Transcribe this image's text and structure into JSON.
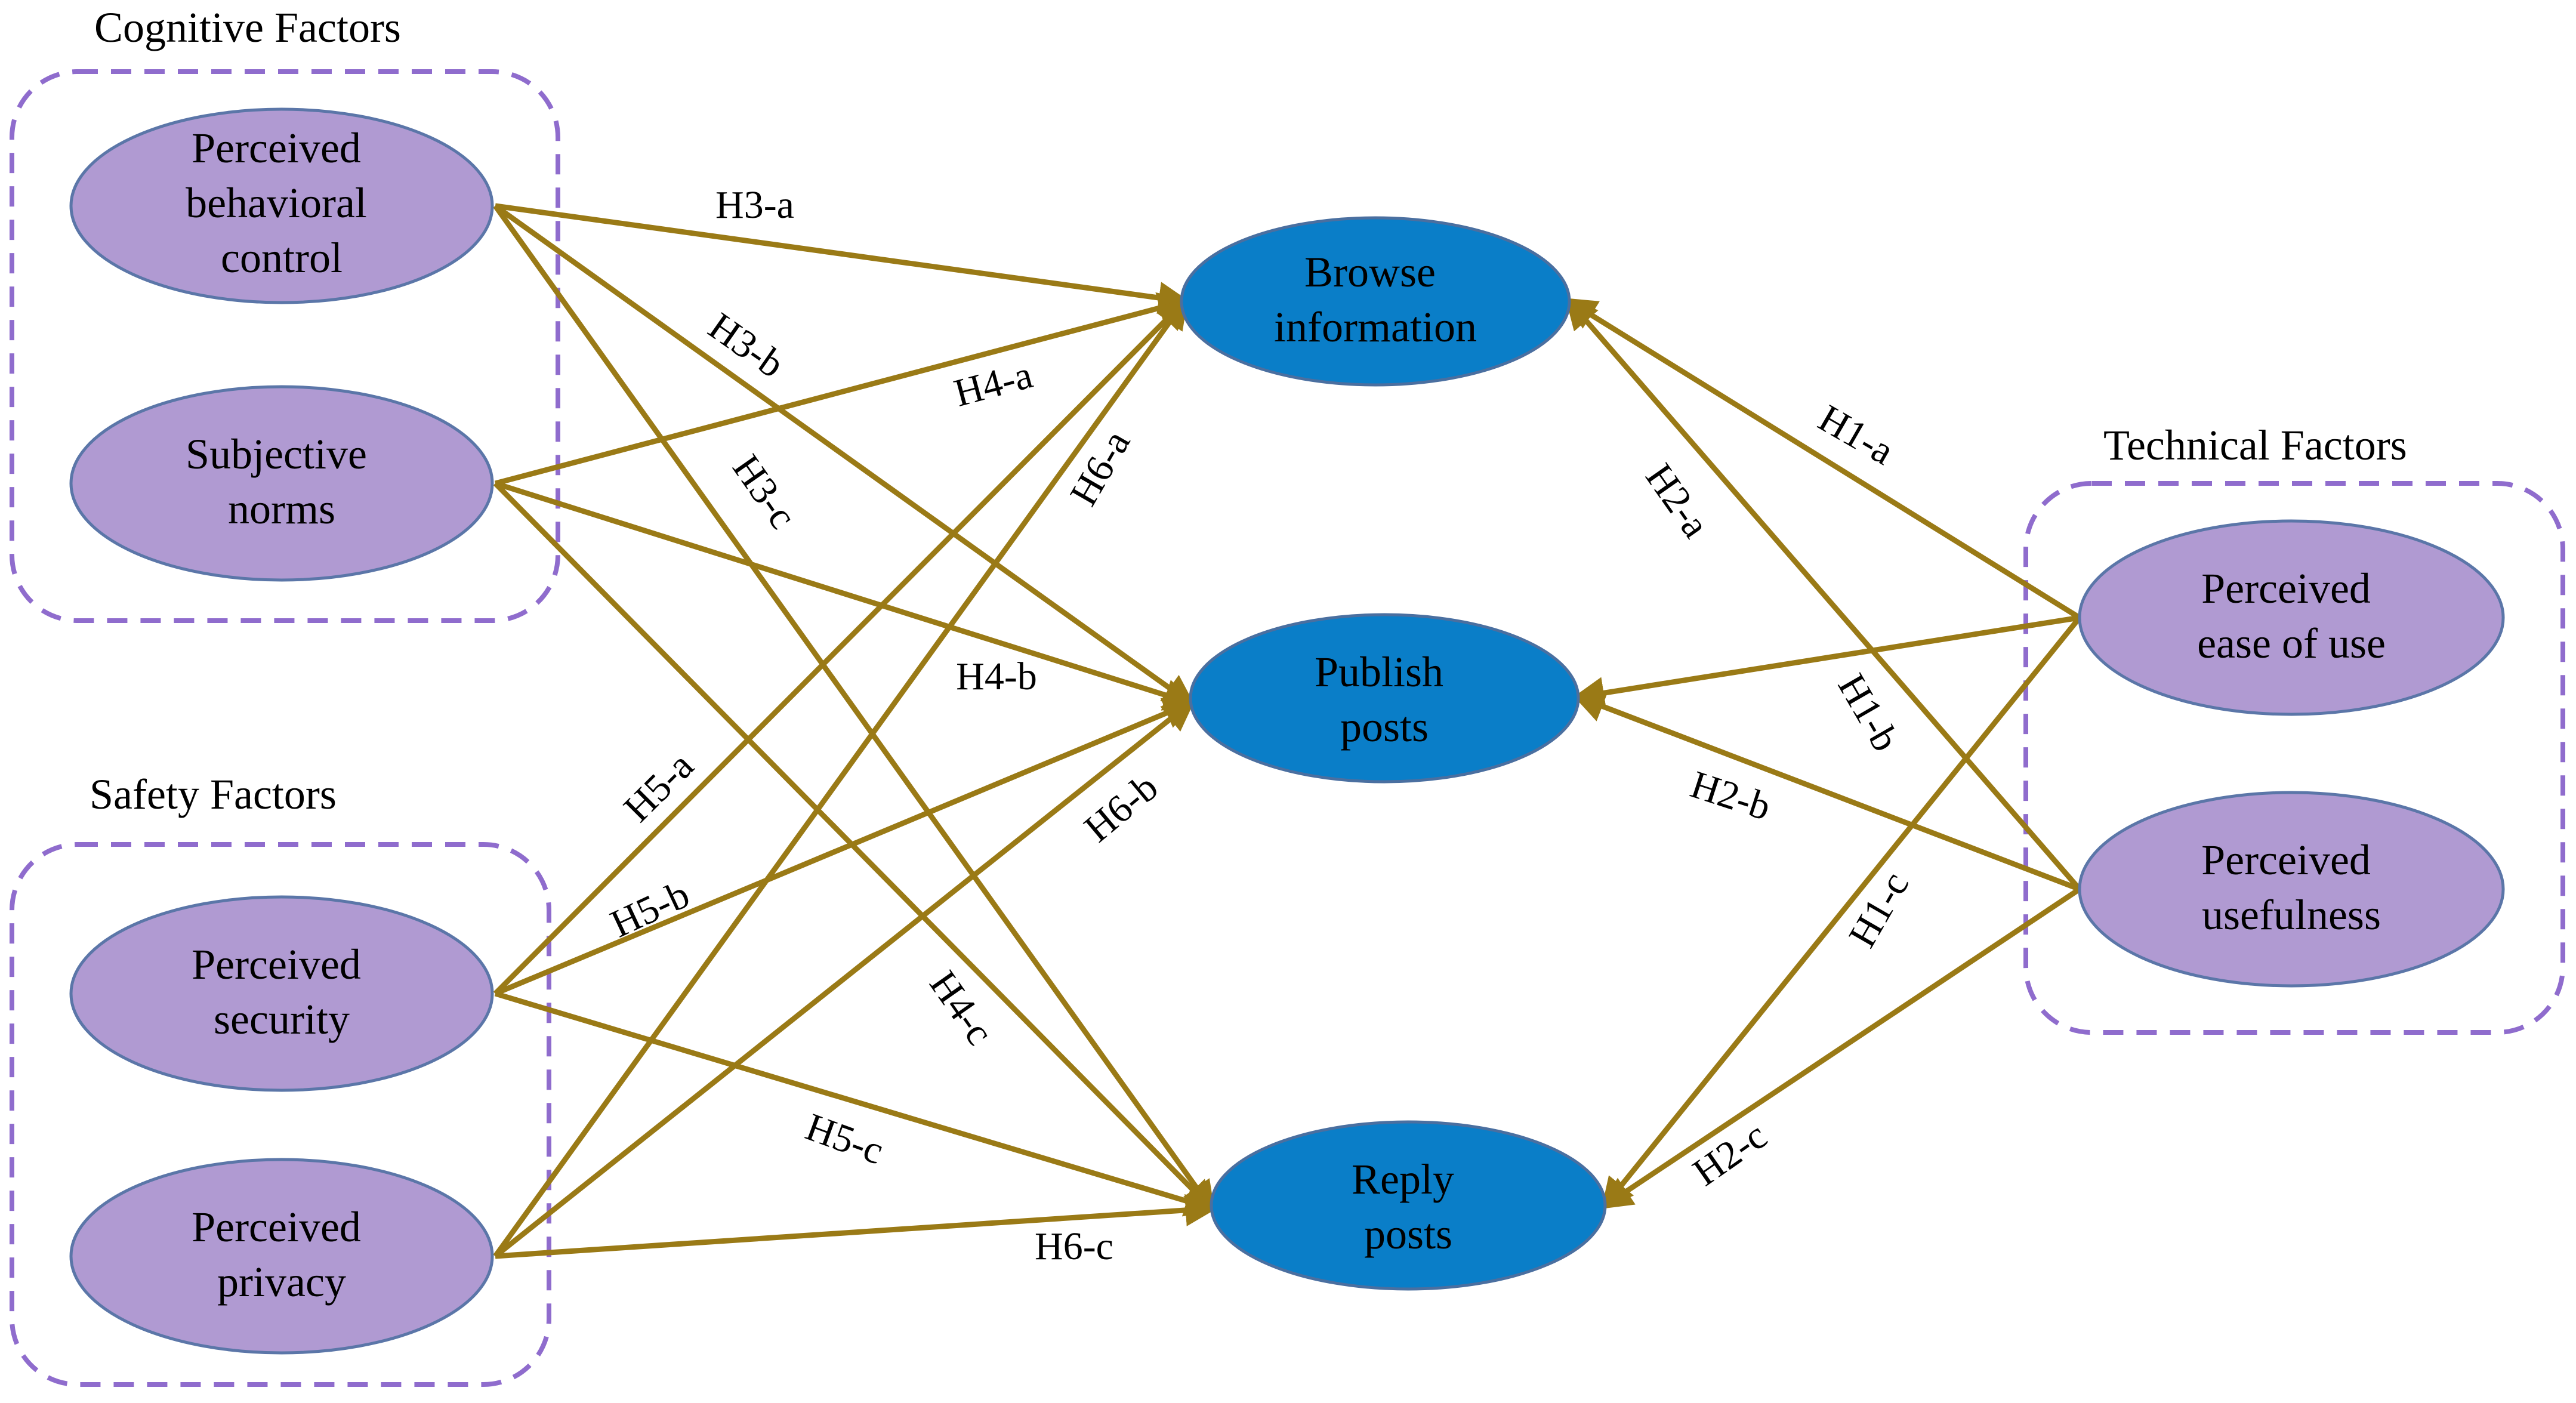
{
  "colors": {
    "group_border": "#8f6ccd",
    "factor_node_fill": "#b09ad2",
    "behavior_node_fill": "#0a7ec8",
    "arrow": "#9a7a16",
    "text": "#000000"
  },
  "groups": {
    "cognitive": {
      "title": "Cognitive Factors"
    },
    "safety": {
      "title": "Safety Factors"
    },
    "technical": {
      "title": "Technical Factors"
    }
  },
  "nodes": {
    "pbc": {
      "lines": [
        "Perceived",
        "behavioral",
        "control"
      ]
    },
    "sn": {
      "lines": [
        "Subjective",
        "norms"
      ]
    },
    "ps": {
      "lines": [
        "Perceived",
        "security"
      ]
    },
    "pp": {
      "lines": [
        "Perceived",
        "privacy"
      ]
    },
    "peou": {
      "lines": [
        "Perceived",
        "ease of use"
      ]
    },
    "pu": {
      "lines": [
        "Perceived",
        "usefulness"
      ]
    },
    "bi": {
      "lines": [
        "Browse",
        "information"
      ]
    },
    "pub": {
      "lines": [
        "Publish",
        "posts"
      ]
    },
    "rep": {
      "lines": [
        "Reply",
        "posts"
      ]
    }
  },
  "edges": [
    {
      "id": "H3-a",
      "label": "H3-a",
      "from": "Perceived behavioral control",
      "to": "Browse information"
    },
    {
      "id": "H3-b",
      "label": "H3-b",
      "from": "Perceived behavioral control",
      "to": "Publish posts"
    },
    {
      "id": "H3-c",
      "label": "H3-c",
      "from": "Perceived behavioral control",
      "to": "Reply posts"
    },
    {
      "id": "H4-a",
      "label": "H4-a",
      "from": "Subjective norms",
      "to": "Browse information"
    },
    {
      "id": "H4-b",
      "label": "H4-b",
      "from": "Subjective norms",
      "to": "Publish posts"
    },
    {
      "id": "H4-c",
      "label": "H4-c",
      "from": "Subjective norms",
      "to": "Reply posts"
    },
    {
      "id": "H5-a",
      "label": "H5-a",
      "from": "Perceived security",
      "to": "Browse information"
    },
    {
      "id": "H5-b",
      "label": "H5-b",
      "from": "Perceived security",
      "to": "Publish posts"
    },
    {
      "id": "H5-c",
      "label": "H5-c",
      "from": "Perceived security",
      "to": "Reply posts"
    },
    {
      "id": "H6-a",
      "label": "H6-a",
      "from": "Perceived privacy",
      "to": "Browse information"
    },
    {
      "id": "H6-b",
      "label": "H6-b",
      "from": "Perceived privacy",
      "to": "Publish posts"
    },
    {
      "id": "H6-c",
      "label": "H6-c",
      "from": "Perceived privacy",
      "to": "Reply posts"
    },
    {
      "id": "H1-a",
      "label": "H1-a",
      "from": "Perceived ease of use",
      "to": "Browse information"
    },
    {
      "id": "H1-b",
      "label": "H1-b",
      "from": "Perceived ease of use",
      "to": "Publish posts"
    },
    {
      "id": "H1-c",
      "label": "H1-c",
      "from": "Perceived ease of use",
      "to": "Reply posts"
    },
    {
      "id": "H2-a",
      "label": "H2-a",
      "from": "Perceived usefulness",
      "to": "Browse information"
    },
    {
      "id": "H2-b",
      "label": "H2-b",
      "from": "Perceived usefulness",
      "to": "Publish posts"
    },
    {
      "id": "H2-c",
      "label": "H2-c",
      "from": "Perceived usefulness",
      "to": "Reply posts"
    }
  ]
}
